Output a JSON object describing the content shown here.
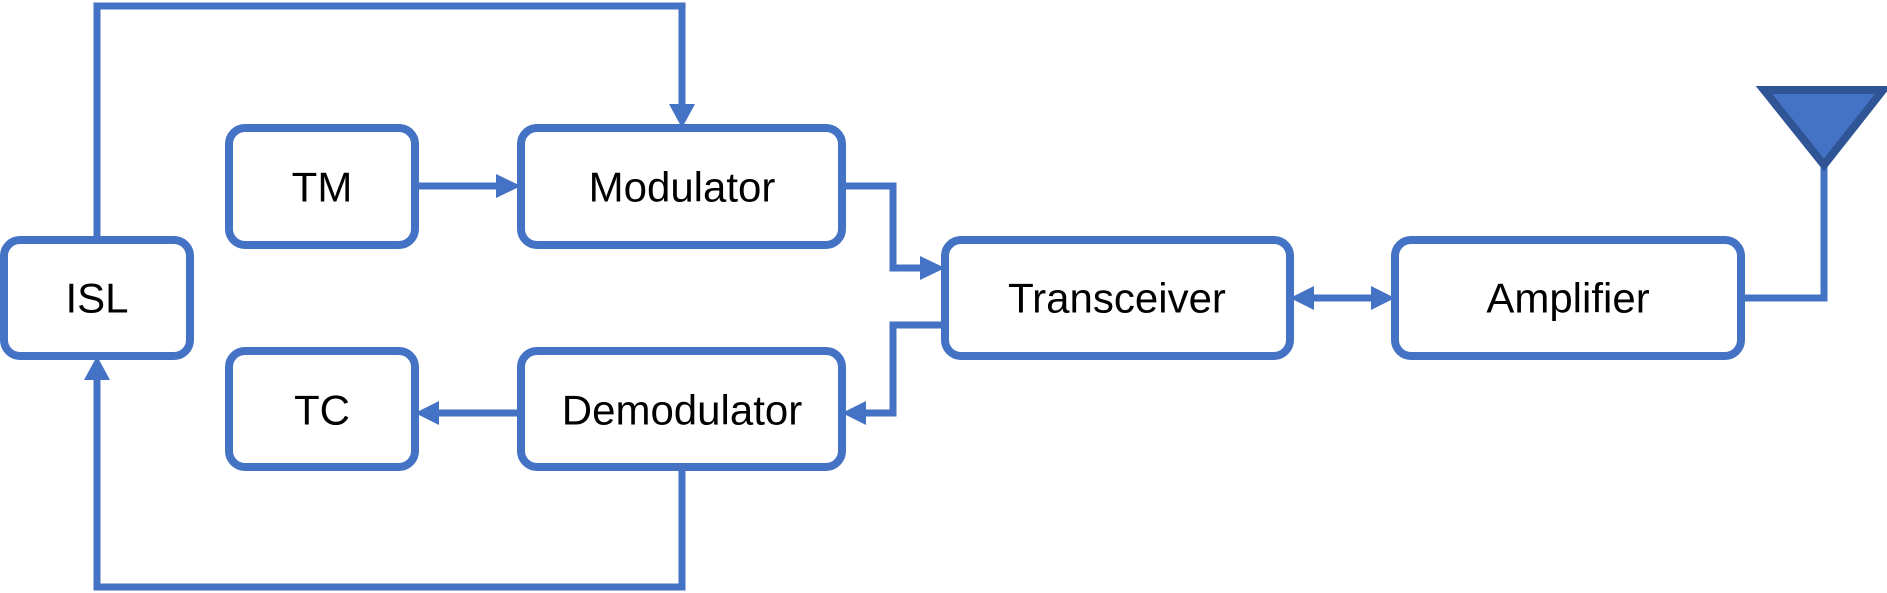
{
  "diagram": {
    "nodes": {
      "isl": "ISL",
      "tm": "TM",
      "modulator": "Modulator",
      "tc": "TC",
      "demodulator": "Demodulator",
      "transceiver": "Transceiver",
      "amplifier": "Amplifier"
    },
    "antenna_icon": "antenna-icon",
    "colors": {
      "stroke": "#4472C4",
      "antenna_fill": "#4472C4",
      "antenna_outline": "#2F5597",
      "text": "#000000",
      "background": "#FFFFFF"
    }
  }
}
